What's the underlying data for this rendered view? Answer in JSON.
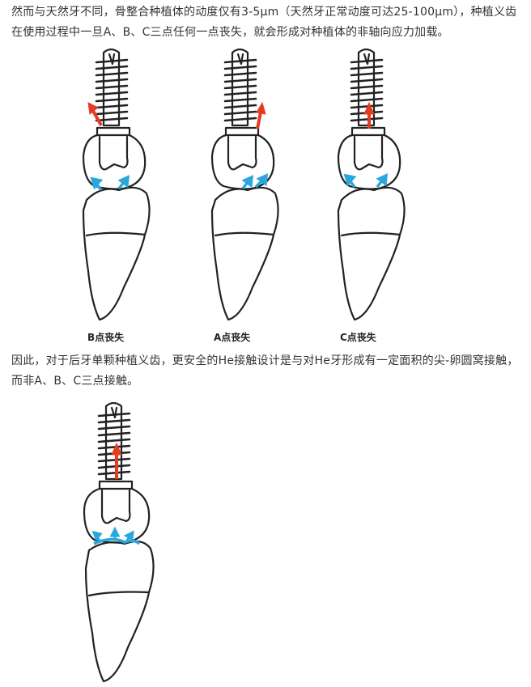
{
  "paragraphs": {
    "p1": "然而与天然牙不同，骨整合种植体的动度仅有3-5μm（天然牙正常动度可达25-100μm），种植义齿在使用过程中一旦A、B、C三点任何一点丧失，就会形成对种植体的非轴向应力加载。",
    "p2": "因此，对于后牙单颗种植义齿，更安全的He接触设计是与对He牙形成有一定面积的尖-卵圆窝接触，而非A、B、C三点接触。"
  },
  "figures": {
    "b_loss": {
      "caption": "B点丧失",
      "arrow": "red-tilt-left",
      "contacts": "blue-two-left"
    },
    "a_loss": {
      "caption": "A点丧失",
      "arrow": "red-tilt-right",
      "contacts": "blue-two-center"
    },
    "c_loss": {
      "caption": "C点丧失",
      "arrow": "red-straight",
      "contacts": "blue-two-spread"
    },
    "area_contact": {
      "caption": "",
      "arrow": "red-straight",
      "contacts": "blue-area"
    }
  },
  "colors": {
    "force_arrow": "#e63b22",
    "contact_arrow": "#2aa7dc",
    "outline": "#222222"
  }
}
